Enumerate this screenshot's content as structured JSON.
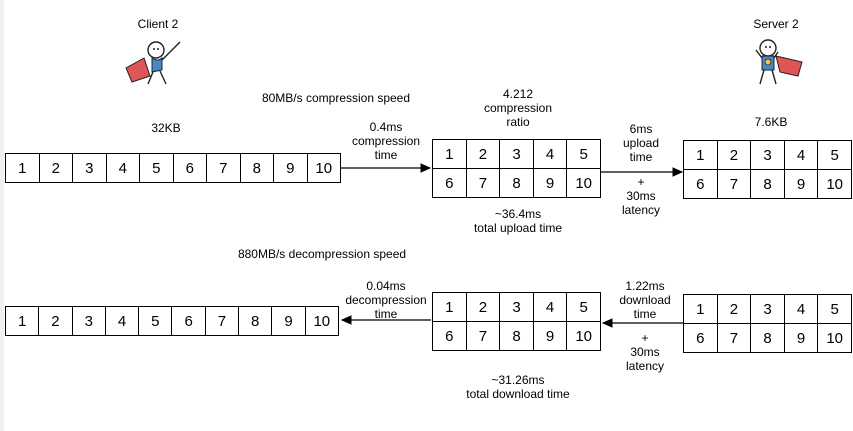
{
  "client_title": "Client 2",
  "server_title": "Server 2",
  "upload": {
    "compression_speed": "80MB/s compression speed",
    "ratio": [
      "4.212",
      "compression",
      "ratio"
    ],
    "client_size": "32KB",
    "server_size": "7.6KB",
    "compress_time": [
      "0.4ms",
      "compression",
      "time"
    ],
    "upload_time": [
      "6ms",
      "upload",
      "time"
    ],
    "plus": "+",
    "latency": [
      "30ms",
      "latency"
    ],
    "total": [
      "~36.4ms",
      "total upload time"
    ]
  },
  "download": {
    "decompression_speed": "880MB/s decompression speed",
    "decompress_time": [
      "0.04ms",
      "decompression",
      "time"
    ],
    "download_time": [
      "1.22ms",
      "download",
      "time"
    ],
    "plus": "+",
    "latency": [
      "30ms",
      "latency"
    ],
    "total": [
      "~31.26ms",
      "total download time"
    ]
  },
  "blocks": {
    "full": [
      "1",
      "2",
      "3",
      "4",
      "5",
      "6",
      "7",
      "8",
      "9",
      "10"
    ],
    "row_a": [
      "1",
      "2",
      "3",
      "4",
      "5"
    ],
    "row_b": [
      "6",
      "7",
      "8",
      "9",
      "10"
    ]
  },
  "colors": {
    "cape": "#e05555",
    "shirt": "#4a86c8",
    "line": "#000000"
  }
}
